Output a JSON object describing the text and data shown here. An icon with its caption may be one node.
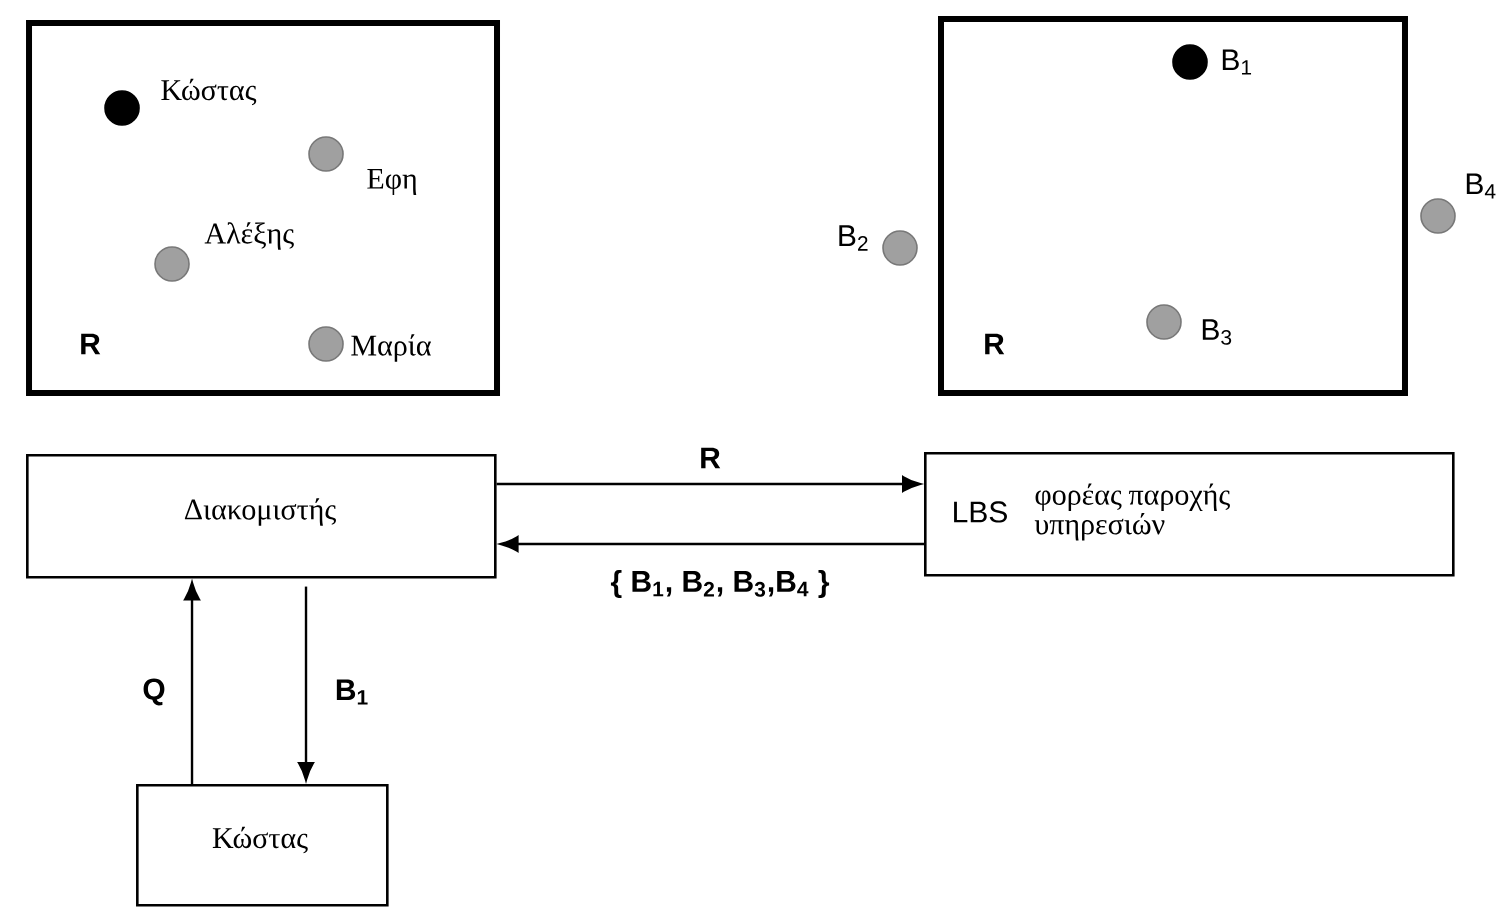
{
  "diagram": {
    "nodes": [
      {
        "text": [
          "R"
        ]
      },
      {
        "text": [],
        "shape": "circle",
        "beside": [
          "Κώστας"
        ],
        "in": 0
      },
      {
        "text": [],
        "shape": "circle",
        "beside": [
          "Εφη"
        ],
        "in": 0
      },
      {
        "text": [],
        "shape": "circle",
        "beside": [
          "Αλέξης"
        ],
        "in": 0
      },
      {
        "text": [],
        "shape": "circle",
        "beside": [
          "Μαρία"
        ],
        "in": 0
      },
      {
        "text": [
          "R"
        ]
      },
      {
        "text": [],
        "shape": "circle",
        "beside": [
          "B$_{1}$"
        ],
        "in": 5
      },
      {
        "text": [],
        "shape": "circle",
        "beside": [
          "B$_{2}$"
        ]
      },
      {
        "text": [],
        "shape": "circle",
        "beside": [
          "B$_{3}$"
        ],
        "in": 5
      },
      {
        "text": [],
        "shape": "circle",
        "beside": [
          "B$_{4}$"
        ]
      },
      {
        "text": [
          "Διακομιστής"
        ]
      },
      {
        "text": [
          "LBS",
          "φορέας παροχής υπηρεσιών"
        ]
      },
      {
        "text": [
          "Κώστας"
        ]
      }
    ],
    "edges": [
      {
        "from": 10,
        "to": 11,
        "arrow": "to",
        "label": "R"
      },
      {
        "from": 11,
        "to": 10,
        "arrow": "to",
        "label": "{ B$_{1}$, B$_{2}$, B$_{3}$,B$_{4}$ }"
      },
      {
        "from": 12,
        "to": 10,
        "arrow": "to",
        "label": "Q"
      },
      {
        "from": 10,
        "to": 12,
        "arrow": "to",
        "label": "B$_{1}$"
      }
    ]
  }
}
